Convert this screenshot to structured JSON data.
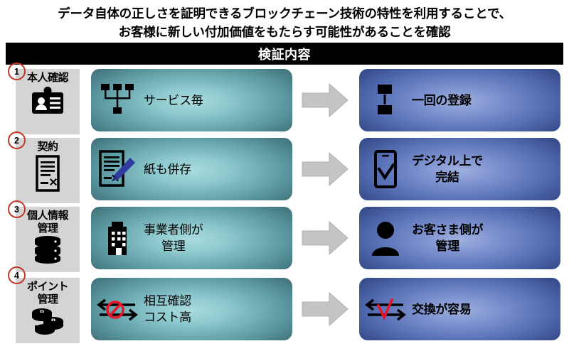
{
  "headline": {
    "line1": "データ自体の正しさを証明できるブロックチェーン技術の特性を利用することで、",
    "line2": "お客様に新しい付加価値をもたらす可能性があることを確認"
  },
  "titlebar": {
    "label": "検証内容"
  },
  "colors": {
    "titlebar_bg": "#000000",
    "category_bg": "#d4d4d4",
    "badge_outline": "#c0392b",
    "teal_center": "#aadbdf",
    "teal_edge": "#2f5a62",
    "navy_center": "#9fb1de",
    "navy_edge": "#223266",
    "arrow_fill": "#c4c4c4",
    "arrow_stroke": "#a6a6a6",
    "accent_red": "#e8162a",
    "pen_blue": "#2f3b9e"
  },
  "rows": [
    {
      "number": "1",
      "category": {
        "label": "本人確認",
        "icon": "id-card-icon"
      },
      "before": {
        "text": "サービス毎",
        "icon": "network-tree-icon",
        "align": "left"
      },
      "arrow": {
        "icon": "right-arrow-icon"
      },
      "after": {
        "text": "一回の登録",
        "icon": "single-link-icon",
        "align": "left"
      }
    },
    {
      "number": "2",
      "category": {
        "label": "契約",
        "icon": "signed-document-icon"
      },
      "before": {
        "text": "紙も併存",
        "icon": "document-pen-icon",
        "align": "left"
      },
      "arrow": {
        "icon": "right-arrow-icon"
      },
      "after": {
        "text": "デジタル上で\n完結",
        "icon": "smartphone-check-icon",
        "align": "center"
      }
    },
    {
      "number": "3",
      "category": {
        "label": "個人情報\n管理",
        "icon": "database-stack-icon"
      },
      "before": {
        "text": "事業者側が\n管理",
        "icon": "office-building-icon",
        "align": "center"
      },
      "arrow": {
        "icon": "right-arrow-icon"
      },
      "after": {
        "text": "お客さま側が\n管理",
        "icon": "person-icon",
        "align": "center"
      }
    },
    {
      "number": "4",
      "category": {
        "label": "ポイント\n管理",
        "icon": "coins-icon"
      },
      "before": {
        "text": "相互確認\nコスト高",
        "icon": "exchange-blocked-icon",
        "align": "left"
      },
      "arrow": {
        "icon": "right-arrow-icon"
      },
      "after": {
        "text": "交換が容易",
        "icon": "exchange-check-icon",
        "align": "left"
      }
    }
  ]
}
